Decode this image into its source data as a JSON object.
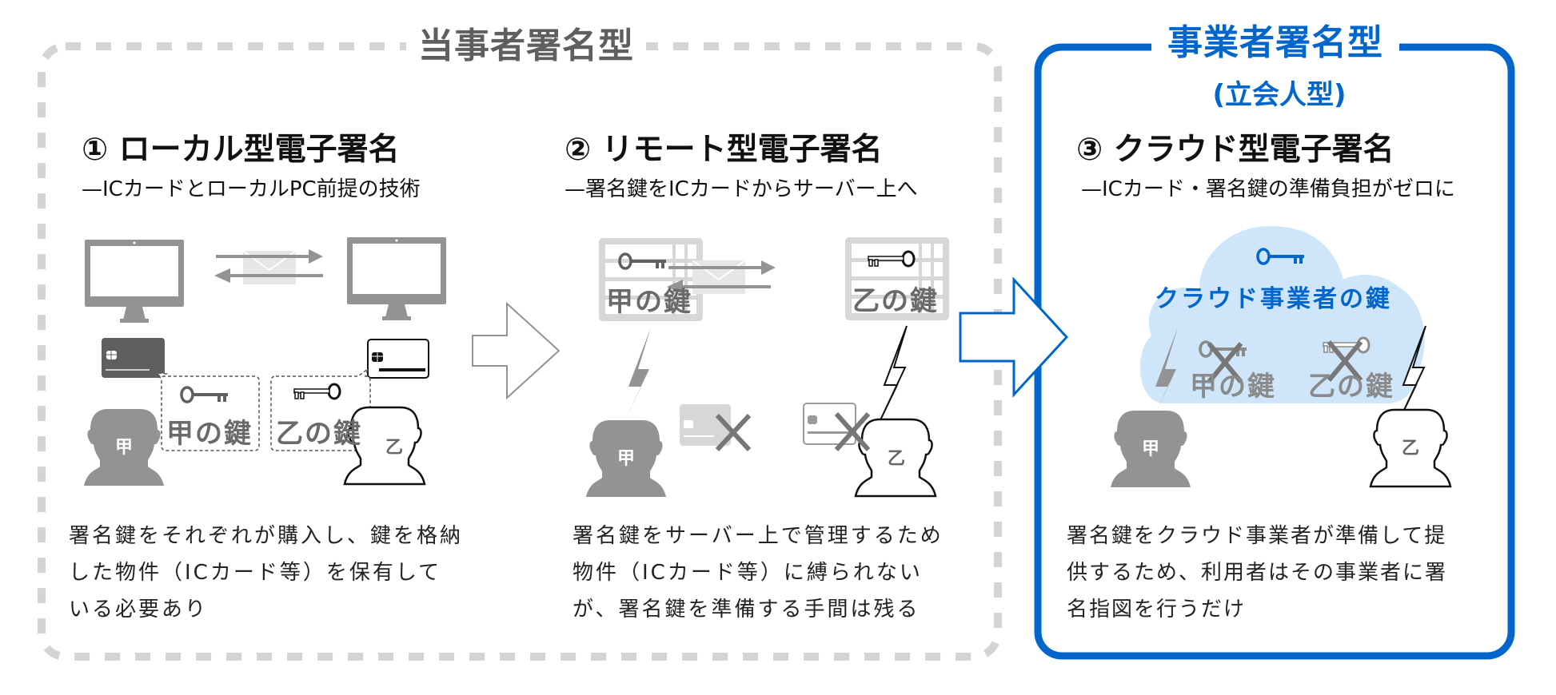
{
  "header": {
    "party_signature_title": "当事者署名型",
    "provider_signature_title": "事業者署名型",
    "provider_signature_subtitle": "(立会人型)"
  },
  "sections": [
    {
      "heading": "① ローカル型電子署名",
      "subtitle": "—ICカードとローカルPC前提の技術",
      "key_labels": [
        "甲の鍵",
        "乙の鍵"
      ],
      "person_labels": [
        "甲",
        "乙"
      ],
      "description": [
        "署名鍵をそれぞれが購入し、鍵を格納",
        "した物件（ICカード等）を保有して",
        "いる必要あり"
      ]
    },
    {
      "heading": "② リモート型電子署名",
      "subtitle": "—署名鍵をICカードからサーバー上へ",
      "key_labels": [
        "甲の鍵",
        "乙の鍵"
      ],
      "person_labels": [
        "甲",
        "乙"
      ],
      "description": [
        "署名鍵をサーバー上で管理するため",
        "物件（ICカード等）に縛られない",
        "が、署名鍵を準備する手間は残る"
      ]
    },
    {
      "heading": "③ クラウド型電子署名",
      "subtitle": "—ICカード・署名鍵の準備負担がゼロに",
      "cloud_key_label": "クラウド事業者の鍵",
      "key_labels": [
        "甲の鍵",
        "乙の鍵"
      ],
      "person_labels": [
        "甲",
        "乙"
      ],
      "description": [
        "署名鍵をクラウド事業者が準備して提",
        "供するため、利用者はその事業者に署",
        "名指図を行うだけ"
      ]
    }
  ],
  "icons": {
    "monitor": "monitor-icon",
    "envelope": "envelope-icon",
    "ic_card": "ic-card-icon",
    "key": "key-icon",
    "server": "server-icon",
    "lightning": "lightning-icon",
    "person": "person-icon",
    "cross": "cross-icon",
    "cloud": "cloud-icon",
    "arrow_right": "arrow-right-icon"
  },
  "colors": {
    "accent_blue": "#0066cc",
    "cloud_fill": "#cfe5f9",
    "gray_dark": "#5f5f5f",
    "gray_icon": "#939393",
    "dash_gray": "#d4d4d4"
  }
}
